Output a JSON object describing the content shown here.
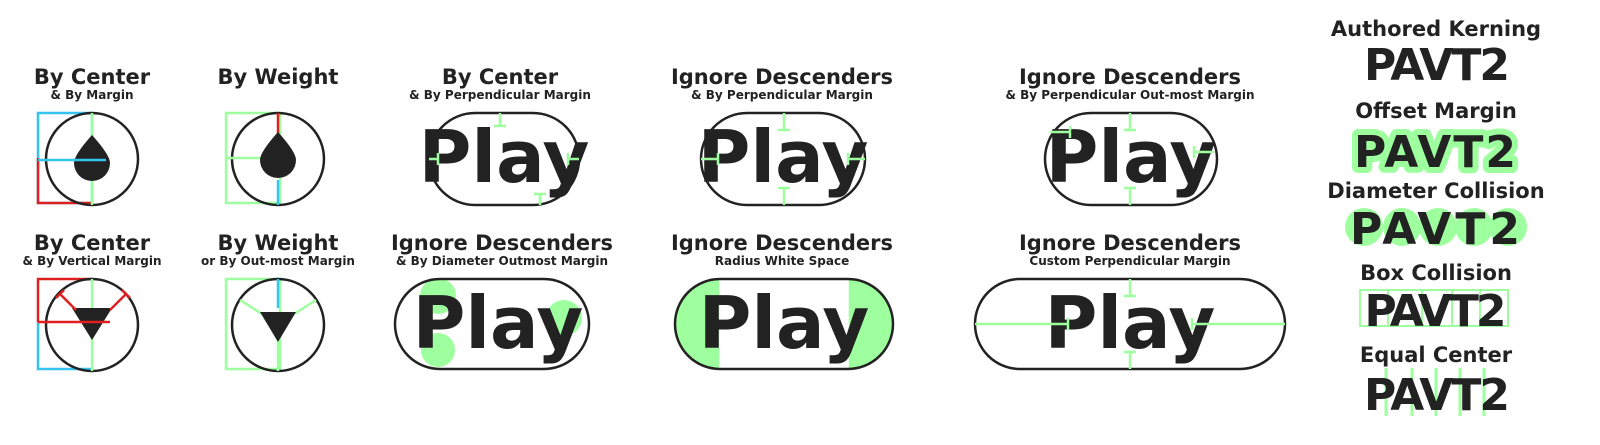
{
  "colors": {
    "green": "#9dff9d",
    "cyan": "#33c4f0",
    "red": "#e02020",
    "ink": "#222222"
  },
  "panels": {
    "c1": {
      "title": "By Center",
      "subtitle": "& By Margin"
    },
    "w1": {
      "title": "By Weight",
      "subtitle": ""
    },
    "p1": {
      "title": "By Center",
      "subtitle": "& By Perpendicular Margin",
      "word": "Play"
    },
    "p2": {
      "title": "Ignore Descenders",
      "subtitle": "& By Perpendicular Margin",
      "word": "Play"
    },
    "p3": {
      "title": "Ignore Descenders",
      "subtitle": "& By Perpendicular Out-most Margin",
      "word": "Play"
    },
    "c2": {
      "title": "By Center",
      "subtitle": "& By Vertical Margin"
    },
    "w2": {
      "title": "By Weight",
      "subtitle": "or By Out-most Margin"
    },
    "p4": {
      "title": "Ignore Descenders",
      "subtitle": "& By Diameter Outmost Margin",
      "word": "Play"
    },
    "p5": {
      "title": "Ignore Descenders",
      "subtitle": "Radius White Space",
      "word": "Play"
    },
    "p6": {
      "title": "Ignore Descenders",
      "subtitle": "Custom Perpendicular Margin",
      "word": "Play"
    }
  },
  "right_column": [
    {
      "title": "Authored Kerning",
      "word": "PAVT2"
    },
    {
      "title": "Offset Margin",
      "word": "PAVT2"
    },
    {
      "title": "Diameter Collision",
      "word": "PAVT2"
    },
    {
      "title": "Box Collision",
      "word": "PAVT2"
    },
    {
      "title": "Equal Center",
      "word": "PAVT2"
    }
  ]
}
